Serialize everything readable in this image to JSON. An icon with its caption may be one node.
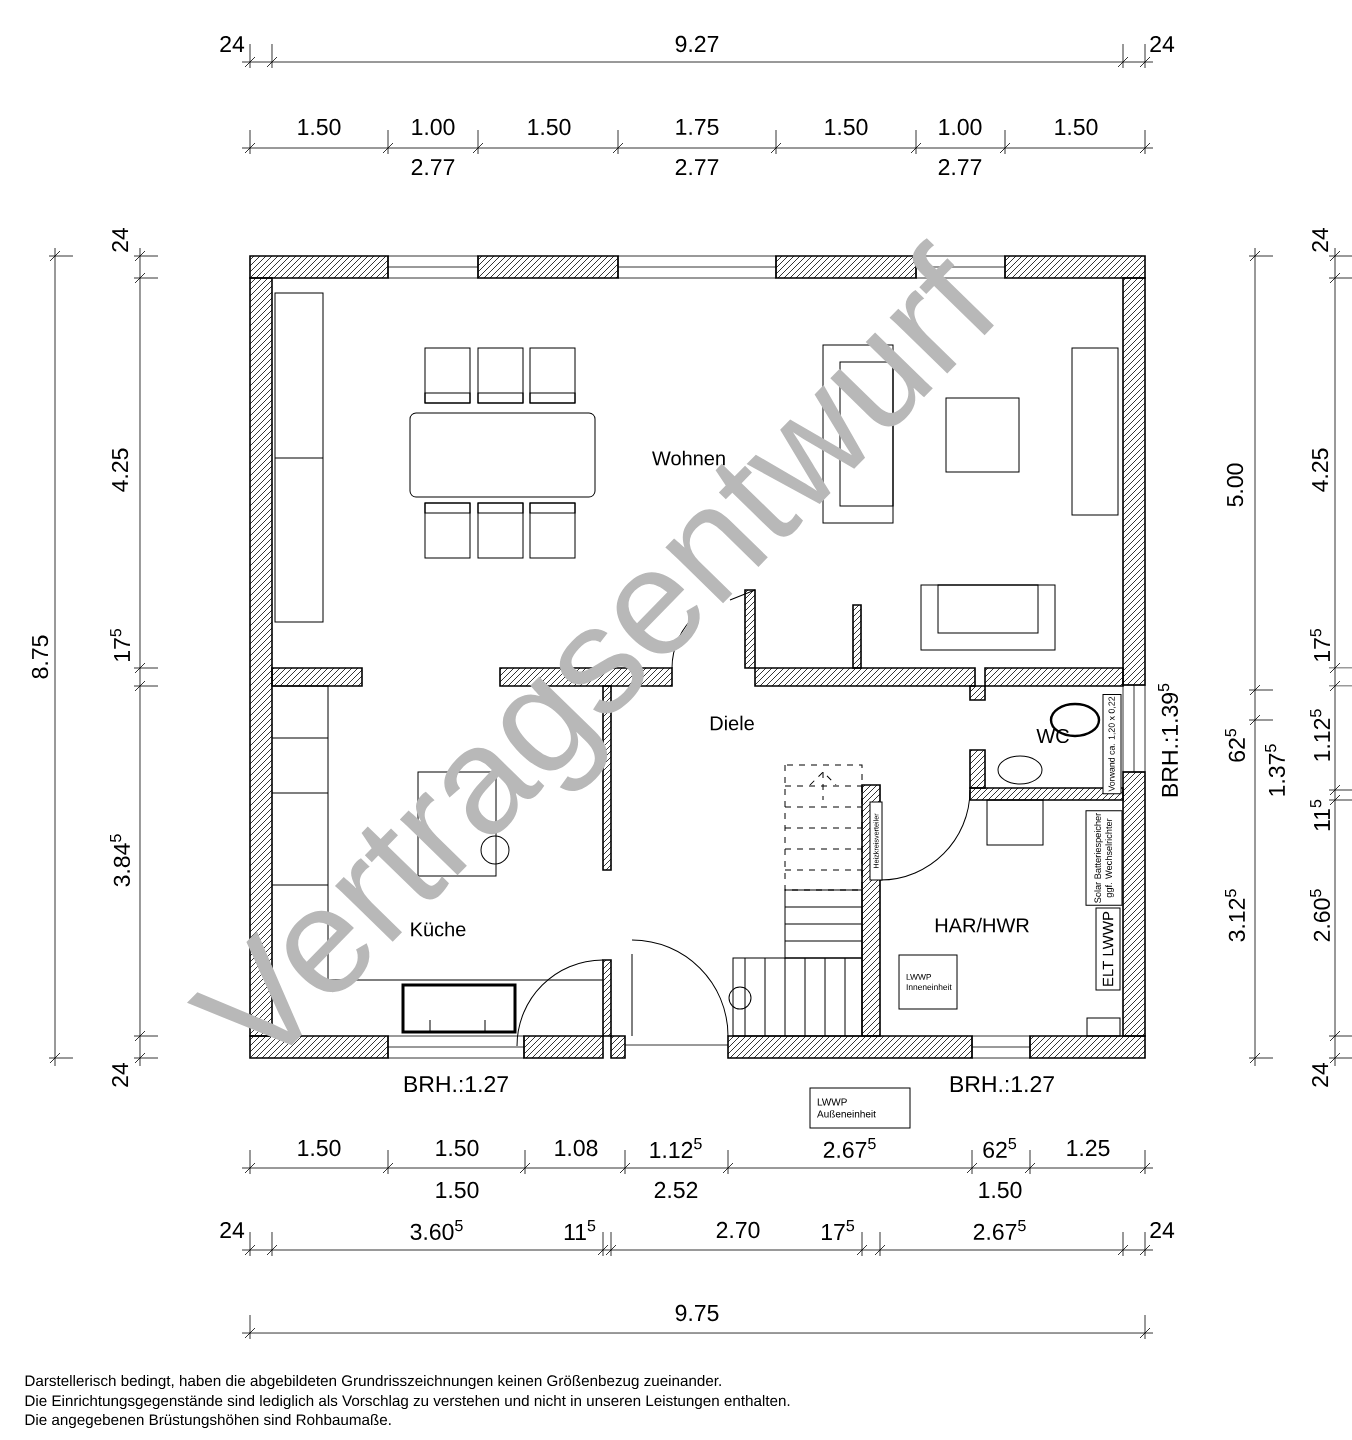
{
  "diagram": {
    "nodes": [
      {
        "text": [
          "LWWP Inneneinheit"
        ]
      },
      {
        "text": [
          "ELT LWWP"
        ]
      },
      {
        "text": [
          "Heizkreisverteiler"
        ]
      },
      {
        "text": [
          "Solar Batteriespeicher",
          "ggf. Wechselrichter"
        ]
      },
      {
        "text": [
          "Vorwand ca. 1,20 x 0,22"
        ]
      },
      {
        "text": [
          "LWWP Außeneinheit"
        ]
      }
    ],
    "labels": [
      "24",
      "9.27",
      "24",
      "1.50",
      "1.00",
      "1.50",
      "1.75",
      "1.50",
      "1.00",
      "1.50",
      "2.77",
      "2.77",
      "2.77",
      "8.75",
      "24",
      "4.25",
      "17$^{5}$",
      "3.84$^{5}$",
      "24",
      "Wohnen",
      "Diele",
      "WC",
      "Küche",
      "HAR/HWR",
      "BRH.:1.39$^{5}$",
      "5.00",
      "62$^{5}$",
      "1.37$^{5}$",
      "3.12$^{5}$",
      "24",
      "4.25",
      "17$^{5}$",
      "1.12$^{5}$",
      "11$^{5}$",
      "2.60$^{5}$",
      "24",
      "BRH.:1.27",
      "BRH.:1.27",
      "1.50",
      "1.50",
      "1.08",
      "1.12$^{5}$",
      "2.67$^{5}$",
      "62$^{5}$",
      "1.25",
      "1.50",
      "2.52",
      "1.50",
      "24",
      "3.60$^{5}$",
      "11$^{5}$",
      "2.70",
      "17$^{5}$",
      "2.67$^{5}$",
      "24",
      "9.75",
      "Darstellerisch bedingt, haben die abgebildeten Grundrisszeichnungen keinen Größenbezug zueinander.",
      "Die Einrichtungsgegenstände sind lediglich als Vorschlag zu verstehen und nicht in unseren Leistungen enthalten.",
      "Die angegebenen Brüstungshöhen sind Rohbaumaße.",
      "Vertragsentwurf"
    ]
  }
}
